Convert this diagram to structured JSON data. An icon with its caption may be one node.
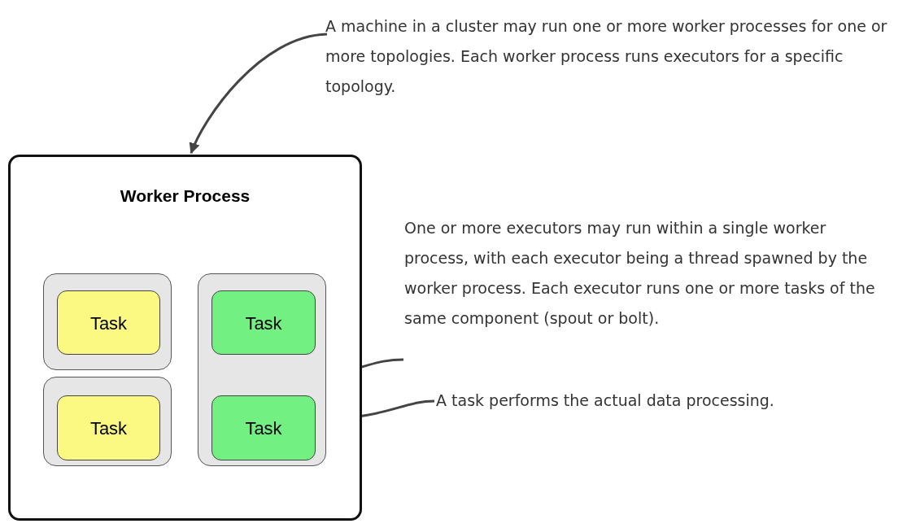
{
  "diagram": {
    "nodes": [
      {
        "text": [
          "Worker Process"
        ]
      },
      {
        "text": [],
        "shape": "box",
        "in": 0
      },
      {
        "text": [
          "Task"
        ],
        "in": 1
      },
      {
        "text": [],
        "shape": "box",
        "in": 0
      },
      {
        "text": [
          "Task"
        ],
        "in": 3
      },
      {
        "text": [],
        "shape": "box",
        "in": 0
      },
      {
        "text": [
          "Task"
        ],
        "in": 5
      },
      {
        "text": [
          "Task"
        ],
        "in": 5
      },
      {
        "text": [
          "A machine in a cluster may run one or more worker processes for one or more topologies.  Each worker process runs executors for a specific topology."
        ]
      },
      {
        "text": [
          "One or more executors may run within a single worker process, with each executor being a thread spawned by the worker process.  Each executor runs one or more tasks of the same component (spout or bolt)."
        ]
      },
      {
        "text": [
          "A task performs the actual data processing."
        ]
      }
    ],
    "edges": [
      {
        "from": 8,
        "to": 0,
        "arrow": "to"
      },
      {
        "from": 9,
        "to": 5,
        "arrow": "to"
      },
      {
        "from": 10,
        "to": 7,
        "arrow": "to"
      }
    ]
  }
}
